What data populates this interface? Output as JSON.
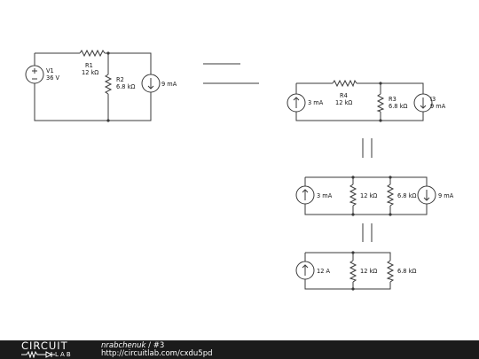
{
  "circuit_a": {
    "v1_name": "V1",
    "v1_value": "36 V",
    "r1_name": "R1",
    "r1_value": "12 kΩ",
    "r2_name": "R2",
    "r2_value": "6.8 kΩ",
    "i_value": "9 mA"
  },
  "circuit_b": {
    "is_left_value": "3 mA",
    "r4_name": "R4",
    "r4_value": "12 kΩ",
    "r3_name": "R3",
    "r3_value": "6.8 kΩ",
    "i3_name": "I3",
    "i3_value": "9 mA"
  },
  "circuit_c": {
    "is_left_value": "3 mA",
    "r_a_value": "12 kΩ",
    "r_b_value": "6.8 kΩ",
    "is_right_value": "9 mA"
  },
  "circuit_d": {
    "is_value": "12 A",
    "r_a_value": "12 kΩ",
    "r_b_value": "6.8 kΩ"
  },
  "footer": {
    "logo_word1": "CIRCUIT",
    "logo_word2": "LAB",
    "author": "nrabchenuk",
    "separator": " / ",
    "title": "#3",
    "url": "http://circuitlab.com/cxdu5pd"
  }
}
